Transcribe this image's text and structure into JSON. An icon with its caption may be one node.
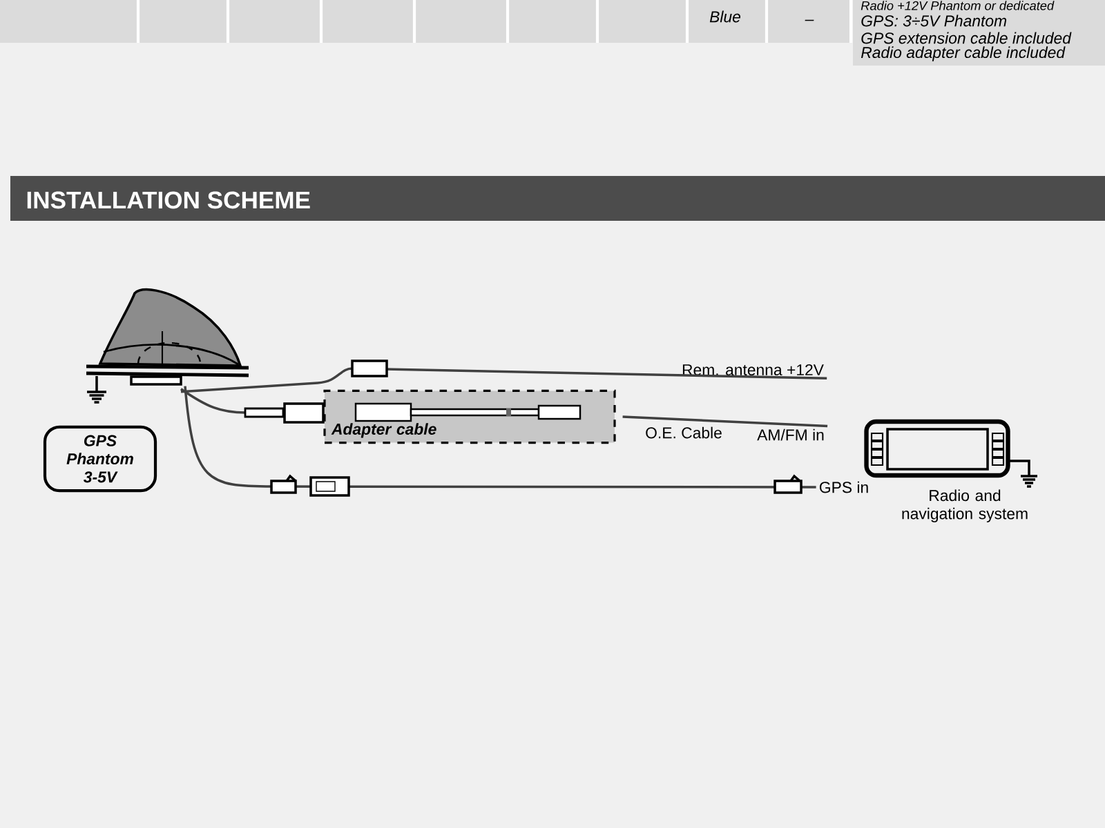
{
  "diagram": {
    "title": "INSTALLATION SCHEME",
    "nodes": [
      {
        "text": [],
        "shape": "picture"
      },
      {
        "text": [
          "Adapter cable"
        ]
      },
      {
        "text": [
          "GPS Phantom 3-5V"
        ]
      },
      {
        "text": [],
        "shape": "picture",
        "beside": [
          "Radio and navigation system"
        ]
      },
      {
        "text": [
          "Rem. antenna +12V"
        ]
      },
      {
        "text": [
          "AM/FM in"
        ]
      },
      {
        "text": [
          "GPS in"
        ]
      }
    ],
    "edges": [
      {
        "from": 0,
        "to": 1,
        "arrow": "none"
      },
      {
        "from": 0,
        "to": 4,
        "arrow": "none"
      },
      {
        "from": 0,
        "to": 6,
        "arrow": "none"
      },
      {
        "from": 1,
        "to": 5,
        "arrow": "none"
      }
    ],
    "labels": [
      "Radio +12V Phantom or dedicated",
      "Blue",
      "–",
      "GPS: 3÷5V Phantom",
      "GPS extension cable included",
      "Radio adapter cable included",
      "O.E. Cable"
    ]
  }
}
